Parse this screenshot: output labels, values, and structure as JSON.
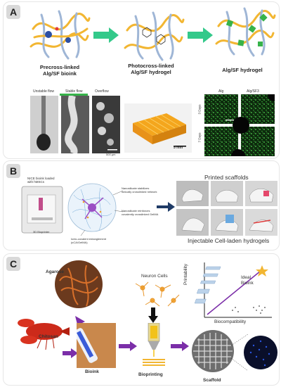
{
  "panel_a": {
    "badge": "A",
    "stage_labels": [
      "Precross-linked\nAlg/SF bioink",
      "Photocross-linked\nAlg/SF hydrogel",
      "Alg/SF hydrogel"
    ],
    "flow_labels": [
      "Unstable flow",
      "Stable flow",
      "Overflow"
    ],
    "flow_scale": "500 μm",
    "block_scale": "5 mm",
    "fluoro_cols": [
      "Alg",
      "Alg/SF3"
    ],
    "fluoro_rows": [
      "3 Days",
      "7 Days"
    ],
    "fluoro_scale": "500 μm"
  },
  "panel_b": {
    "badge": "B",
    "device_label": "NICE bioink loaded\nwith hMSCs",
    "device_caption": "3D Bioprinter",
    "notes": [
      "Nanosilicate stabilizes\nionically crosslinked network",
      "Nanosilicate reinforces\ncovalently crosslinked GelMA",
      "Ionic-covalent entanglement\n(κCA/GelMA)"
    ],
    "printed_title": "Printed scaffolds",
    "injectable_title": "Injectable Cell-laden hydrogels"
  },
  "panel_c": {
    "badge": "C",
    "agarose": "Agarose",
    "chitosan": "Chitosan",
    "neuron": "Neuron Cells",
    "bioink": "Bioink",
    "bioprinting": "Bioprinting",
    "scaffold": "Scaffold",
    "printability": "Printability",
    "biocompatibility": "Biocompatibility",
    "ideal": "Ideal\nBioink"
  },
  "colors": {
    "arrow_green": "#33c98a",
    "arrow_navy": "#1f3b66",
    "arrow_purple": "#7b2ea8",
    "gel_green": "#37b34a"
  }
}
